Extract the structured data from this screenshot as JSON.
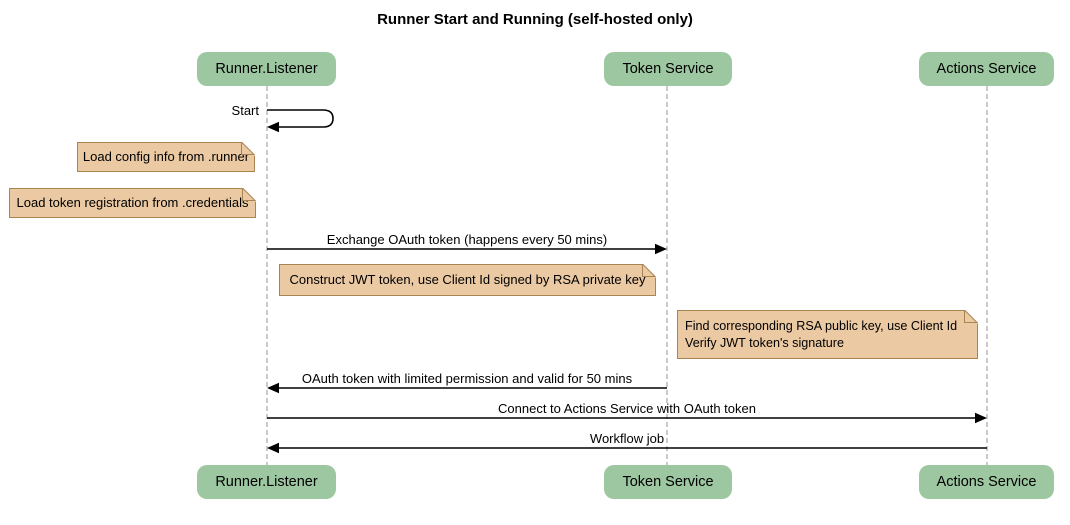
{
  "diagram": {
    "title": "Runner Start and Running (self-hosted only)",
    "type": "sequence",
    "participants": [
      {
        "label": "Runner.Listener"
      },
      {
        "label": "Token Service"
      },
      {
        "label": "Actions Service"
      }
    ],
    "messages": [
      {
        "label": "Start",
        "from": "Runner.Listener",
        "to": "Runner.Listener",
        "kind": "self"
      },
      {
        "label": "Exchange OAuth token (happens every 50 mins)",
        "from": "Runner.Listener",
        "to": "Token Service",
        "kind": "solid"
      },
      {
        "label": "OAuth token with limited permission and valid for 50 mins",
        "from": "Token Service",
        "to": "Runner.Listener",
        "kind": "solid"
      },
      {
        "label": "Connect to Actions Service with OAuth token",
        "from": "Runner.Listener",
        "to": "Actions Service",
        "kind": "solid"
      },
      {
        "label": "Workflow job",
        "from": "Actions Service",
        "to": "Runner.Listener",
        "kind": "solid"
      }
    ],
    "notes": [
      {
        "label": "Load config info from .runner",
        "position": "left of Runner.Listener"
      },
      {
        "label": "Load token registration from .credentials",
        "position": "left of Runner.Listener"
      },
      {
        "label": "Construct JWT token, use Client Id signed by RSA private key",
        "position": "right of Runner.Listener"
      },
      {
        "label": "Find corresponding RSA public key, use Client Id\nVerify JWT token's signature",
        "position": "left of Actions Service"
      }
    ],
    "colors": {
      "participant_fill": "#9dc7a0",
      "note_fill": "#eac9a3",
      "note_border": "#aa8352",
      "lifeline": "#b3b3b3",
      "arrow": "#000000",
      "background": "#ffffff"
    }
  }
}
